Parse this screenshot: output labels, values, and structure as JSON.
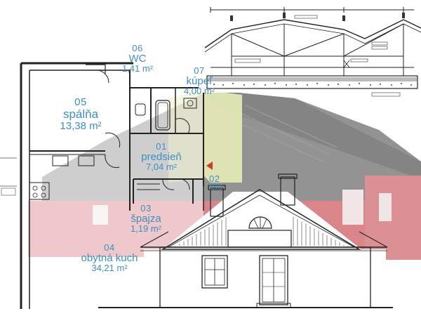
{
  "rooms": [
    {
      "id": "06",
      "name": "WC",
      "area": "1,41 m²"
    },
    {
      "id": "07",
      "name": "kúpeľ",
      "area": "4,00 m²"
    },
    {
      "id": "05",
      "name": "spálňa",
      "area": "13,38 m²"
    },
    {
      "id": "01",
      "name": "predsieň",
      "area": "7,04 m²"
    },
    {
      "id": "02",
      "name": "tera",
      "area": ""
    },
    {
      "id": "03",
      "name": "špajza",
      "area": "1,19 m²"
    },
    {
      "id": "04",
      "name": "obytná kuch",
      "area": "34,21 m²"
    }
  ],
  "colors": {
    "label_blue": "#3f8fc0",
    "roof": "#6f6f6f",
    "walls_red": "#cf6a6e",
    "highlight_green": "#e7ecb8",
    "arrow_red": "#d23b2a",
    "line": "#222222"
  }
}
